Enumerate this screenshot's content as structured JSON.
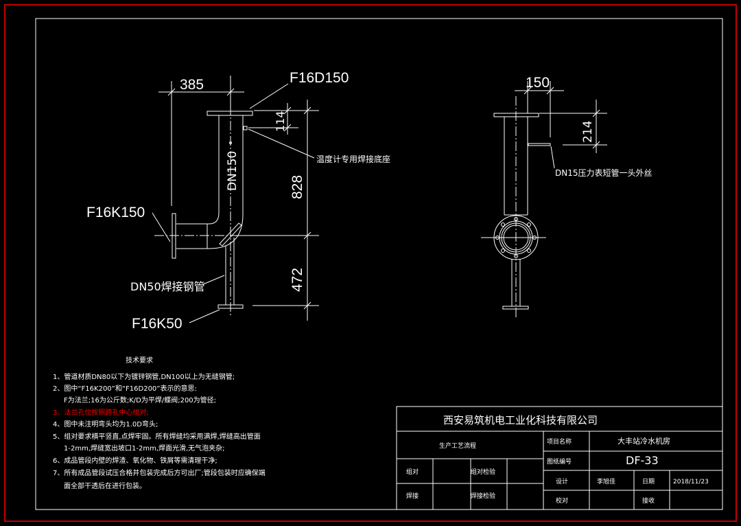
{
  "colors": {
    "background": "#000000",
    "frame": "#ff0000",
    "lines": "#ffffff",
    "highlight_note": "#ff0000"
  },
  "front_view": {
    "dim_width": "385",
    "dim_total_height": "828",
    "dim_sensor_offset": "114",
    "dim_branch_height": "472",
    "label_top_flange": "F16D150",
    "label_side_flange": "F16K150",
    "label_main_pipe": "DN150",
    "label_sensor_seat": "温度计专用焊接底座",
    "label_branch_pipe": "DN50焊接钢管",
    "label_bottom_flange": "F16K50"
  },
  "side_view": {
    "dim_width": "150",
    "dim_gauge_offset": "214",
    "label_gauge_pipe": "DN15压力表短管一头外丝"
  },
  "notes": {
    "title": "技术要求",
    "items": [
      "1、管道材质DN80以下为镀锌钢管,DN100以上为无缝钢管;",
      "2、图中“F16K200”和“F16D200”表示的意思:",
      "F为法兰;16为公斤数;K/D为平焊/蝶阀;200为管径;",
      "3、法兰孔位按照跨孔中心组对;",
      "4、图中未注明弯头均为1.0D弯头;",
      "5、组对要求横平竖直,点焊牢固。所有焊缝均采用满焊,焊缝高出管面",
      "1-2mm,焊缝宽出坡口1-2mm,焊面光滑,无气泡夹杂;",
      "6、成品管段内壁的焊渣、氧化物、铁屑等需清理干净;",
      "7、所有成品管段试压合格并包装完成后方可出厂;管段包装时应确保端",
      "面全部干透后在进行包装。"
    ]
  },
  "title_block": {
    "company": "西安易筑机电工业化科技有限公司",
    "process": "生产工艺流程",
    "assembly": "组对",
    "assembly_check": "组对检验",
    "welding": "焊接",
    "welding_check": "焊接检验",
    "project_name_label": "项目名称",
    "project_name": "大丰站冷水机房",
    "drawing_no_label": "图纸编号",
    "drawing_no": "DF-33",
    "designer_label": "设计",
    "designer": "李旭佳",
    "date_label": "日期",
    "date": "2018/11/23",
    "checker_label": "校对",
    "receiver_label": "接收"
  }
}
